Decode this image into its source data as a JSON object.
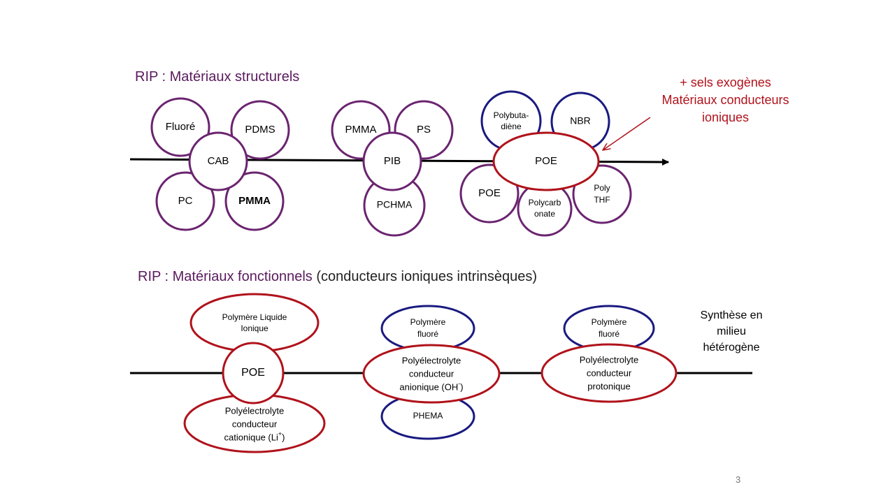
{
  "headings": {
    "structural": "RIP : Matériaux structurels",
    "functional": "RIP : Matériaux fonctionnels",
    "functional_note": "(conducteurs ioniques intrinsèques)"
  },
  "annotation": [
    "+ sels exogènes",
    "Matériaux conducteurs",
    "ioniques"
  ],
  "synthesis_label": [
    "Synthèse en",
    "milieu",
    "hétérogène"
  ],
  "page_number": "3",
  "colors": {
    "purple": "#6b2470",
    "navy": "#1a1a80",
    "red": "#b0121b",
    "title_purple": "#5a1a5e"
  },
  "structural_groups": [
    {
      "center": "CAB",
      "satellites": [
        "Fluoré",
        "PDMS",
        "PC",
        "PMMA"
      ]
    },
    {
      "center": "PIB",
      "satellites": [
        "PMMA",
        "PS",
        "PCHMA"
      ]
    },
    {
      "center": "POE",
      "satellites": [
        "Polybuta-diène",
        "NBR",
        "POE",
        "Polycarbonate",
        "Poly THF"
      ]
    }
  ],
  "functional_groups": [
    {
      "center": "POE",
      "satellites": [
        "Polymère Liquide Ionique",
        "Polyélectrolyte conducteur cationique (Li+)"
      ]
    },
    {
      "center": "Polyélectrolyte conducteur anionique (OH-)",
      "satellites": [
        "Polymère fluoré",
        "PHEMA"
      ]
    },
    {
      "center": "Polyélectrolyte conducteur protonique",
      "satellites": [
        "Polymère fluoré"
      ]
    }
  ]
}
